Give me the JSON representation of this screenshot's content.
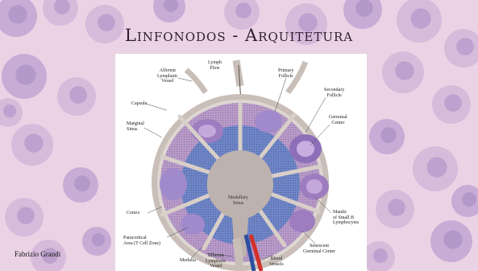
{
  "slide": {
    "title": "Linfonodos - Arquitetura",
    "author": "Fabrizio Grandi"
  },
  "diagram": {
    "labels": {
      "afferent": "Afferent\nLymphatic\nVessel",
      "lymph_flow": "Lymph\nFlow",
      "primary_follicle": "Primary\nFollicle",
      "capsule": "Capsule",
      "secondary_follicle": "Secondary\nFollicle",
      "marginal_sinus": "Marginal\nSinus",
      "germinal_center": "Germinal\nCenter",
      "medullary_sinus": "Medullary\nSinus",
      "cortex": "Cortex",
      "mantle": "Mantle\nof Small B\nLymphocytes",
      "paracortical": "Paracortical\nArea (T Cell Zone)",
      "senescent": "Senescent\nGerminal Center",
      "medulla": "Medulla",
      "efferent": "Efferent\nLymphatic\nVessel",
      "blood_vessels": "Blood\nVessels"
    }
  },
  "colors": {
    "background": "#ead3e5",
    "cell_dark": "#a98ec9",
    "cell_light": "#c7a8d4",
    "capsule": "#c9bfb8",
    "cortex": "#b89ac8",
    "paracortex": "#6f86c6",
    "medulla": "#bdb2ad",
    "artery": "#d2302a",
    "vein": "#2c4fa0"
  }
}
